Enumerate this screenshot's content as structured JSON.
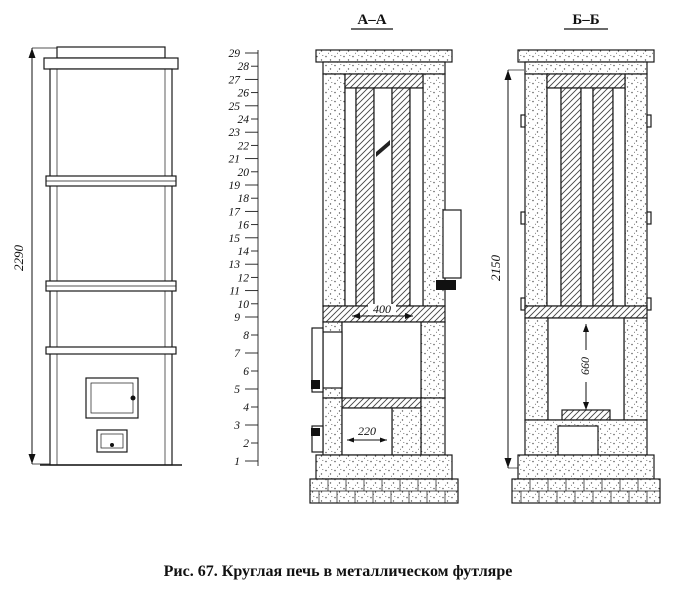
{
  "figure": {
    "caption": "Рис. 67. Круглая печь в металлическом футляре"
  },
  "sections": {
    "a_label": "А–А",
    "b_label": "Б–Б"
  },
  "dimensions": {
    "elevation_height": "2290",
    "section_b_height": "2150",
    "firebox_width": "400",
    "ash_opening_width": "220",
    "firebox_height": "660"
  },
  "scale": {
    "rows": [
      "1",
      "2",
      "3",
      "4",
      "5",
      "6",
      "7",
      "8",
      "9",
      "10",
      "11",
      "12",
      "13",
      "14",
      "15",
      "16",
      "17",
      "18",
      "19",
      "20",
      "21",
      "22",
      "23",
      "24",
      "25",
      "26",
      "27",
      "28",
      "29"
    ]
  }
}
